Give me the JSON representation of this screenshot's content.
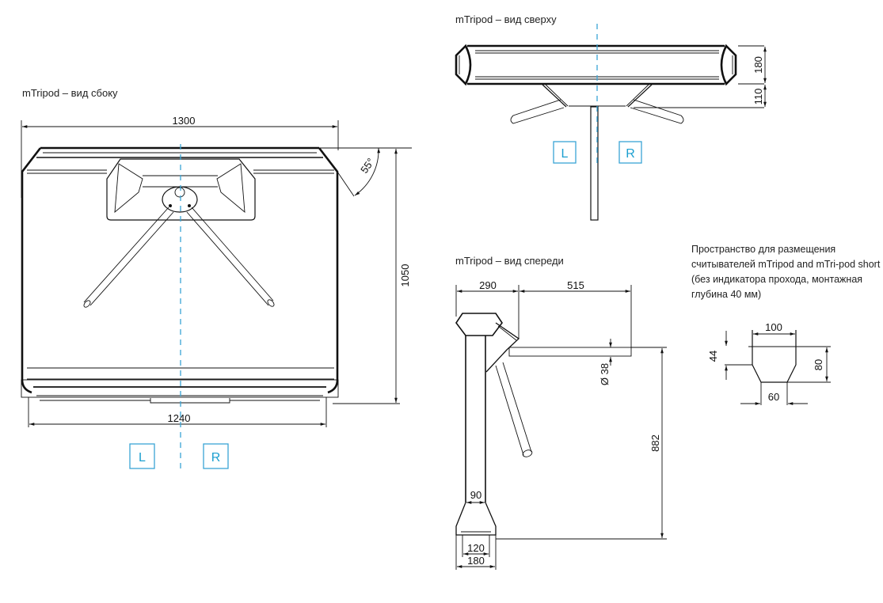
{
  "views": {
    "side": {
      "title": "mTripod – вид сбоку",
      "dims": {
        "width_top": "1300",
        "width_bottom": "1240",
        "height": "1050",
        "angle": "55°"
      },
      "lr": {
        "left": "L",
        "right": "R"
      }
    },
    "top": {
      "title": "mTripod – вид сверху",
      "dims": {
        "depth_body": "180",
        "depth_arm": "110"
      },
      "lr": {
        "left": "L",
        "right": "R"
      }
    },
    "front": {
      "title": "mTripod – вид спереди",
      "dims": {
        "head": "290",
        "arm_length": "515",
        "arm_diameter": "Ø 38",
        "arm_height": "882",
        "post": "90",
        "base_inner": "120",
        "base_outer": "180"
      }
    },
    "reader": {
      "note": "Пространство для размещения считывателей mTripod and mTri-pod short (без индикатора прохода, монтажная глубина 40 мм)",
      "dims": {
        "top_width": "100",
        "straight_height": "44",
        "total_height": "80",
        "bottom_width": "60"
      }
    }
  },
  "colors": {
    "line": "#111111",
    "accent": "#3aa5d5"
  }
}
